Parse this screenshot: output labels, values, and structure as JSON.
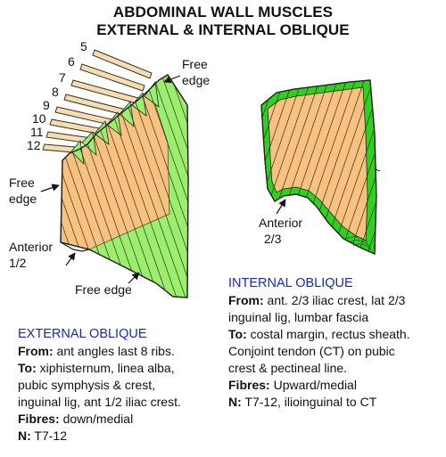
{
  "title": {
    "line1": "ABDOMINAL WALL MUSCLES",
    "line2": "EXTERNAL & INTERNAL OBLIQUE"
  },
  "external_diagram": {
    "rib_numbers": [
      "5",
      "6",
      "7",
      "8",
      "9",
      "10",
      "11",
      "12"
    ],
    "label_free_edge_top_1": "Free",
    "label_free_edge_top_2": "edge",
    "label_free_edge_left_1": "Free",
    "label_free_edge_left_2": "edge",
    "label_anterior_1": "Anterior",
    "label_anterior_2": "1/2",
    "label_free_edge_bottom": "Free edge"
  },
  "internal_diagram": {
    "label_anterior_1": "Anterior",
    "label_anterior_2": "2/3"
  },
  "external_oblique": {
    "heading": "EXTERNAL OBLIQUE",
    "from_label": "From:",
    "from_text": " ant angles last 8 ribs.",
    "to_label": "To:",
    "to_text_1": " xiphisternum, linea alba,",
    "to_text_2": "pubic symphysis & crest,",
    "to_text_3": "inguinal lig, ant 1/2 iliac crest.",
    "fibres_label": "Fibres:",
    "fibres_text": " down/medial",
    "nerve_label": "N:",
    "nerve_text": " T7-12"
  },
  "internal_oblique": {
    "heading": "INTERNAL OBLIQUE",
    "from_label": "From:",
    "from_text_1": " ant. 2/3 iliac crest, lat 2/3",
    "from_text_2": "inguinal lig, lumbar fascia",
    "to_label": "To:",
    "to_text_1": " costal margin, rectus sheath.",
    "to_text_2": "Conjoint tendon (CT) on pubic",
    "to_text_3": "crest & pectineal line.",
    "fibres_label": "Fibres:",
    "fibres_text": " Upward/medial",
    "nerve_label": "N:",
    "nerve_text": " T7-12, ilioinguinal to CT"
  },
  "colors": {
    "muscle_orange": "#f7c27f",
    "aponeurosis_green": "#9af06e",
    "border_green": "#2fd11f",
    "rib_fill": "#f4ddb0",
    "heading_blue": "#1a2ab0"
  }
}
